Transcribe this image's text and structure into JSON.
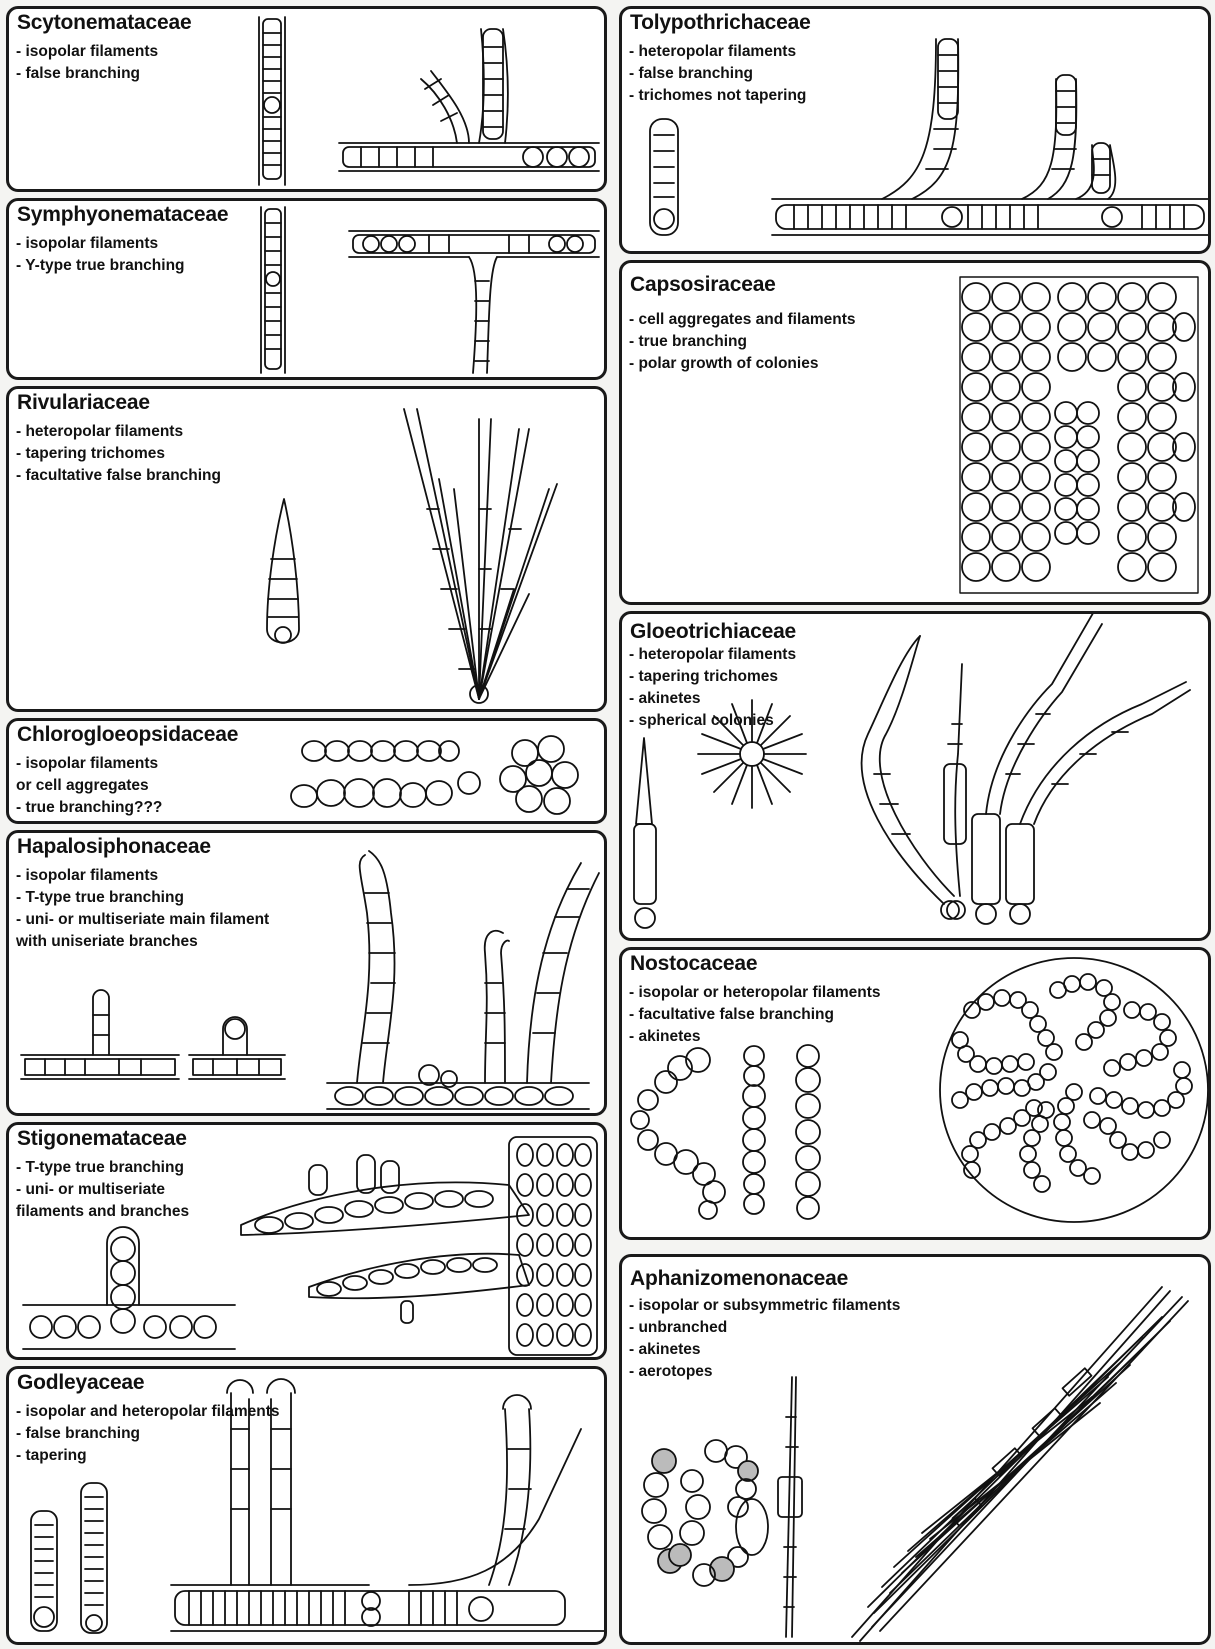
{
  "panels": [
    {
      "title": "Scytonemataceae",
      "items": [
        "- isopolar filaments",
        "- false branching"
      ]
    },
    {
      "title": "Symphyonemataceae",
      "items": [
        "- isopolar filaments",
        "- Y-type true branching"
      ]
    },
    {
      "title": "Rivulariaceae",
      "items": [
        "- heteropolar filaments",
        "- tapering trichomes",
        "- facultative false branching"
      ]
    },
    {
      "title": "Chlorogloeopsidaceae",
      "items": [
        "- isopolar filaments",
        " or cell aggregates",
        "- true branching???"
      ]
    },
    {
      "title": "Hapalosiphonaceae",
      "items": [
        "- isopolar filaments",
        "- T-type true branching",
        "- uni- or multiseriate main filament",
        "with uniseriate branches"
      ]
    },
    {
      "title": "Stigonemataceae",
      "items": [
        "- T-type true branching",
        "- uni- or multiseriate",
        " filaments and branches"
      ]
    },
    {
      "title": "Godleyaceae",
      "items": [
        "- isopolar and heteropolar filaments",
        "- false branching",
        "- tapering"
      ]
    },
    {
      "title": "Tolypothrichaceae",
      "items": [
        "- heteropolar filaments",
        "- false branching",
        "- trichomes not tapering"
      ]
    },
    {
      "title": "Capsosiraceae",
      "items": [
        "- cell aggregates and filaments",
        "- true branching",
        "- polar growth of colonies"
      ]
    },
    {
      "title": "Gloeotrichiaceae",
      "items": [
        "- heteropolar filaments",
        "- tapering trichomes",
        "- akinetes",
        "- spherical colonies"
      ]
    },
    {
      "title": "Nostocaceae",
      "items": [
        "- isopolar or heteropolar filaments",
        "- facultative false branching",
        "- akinetes"
      ]
    },
    {
      "title": "Aphanizomenonaceae",
      "items": [
        "- isopolar or subsymmetric filaments",
        "- unbranched",
        "- akinetes",
        "- aerotopes"
      ]
    }
  ]
}
